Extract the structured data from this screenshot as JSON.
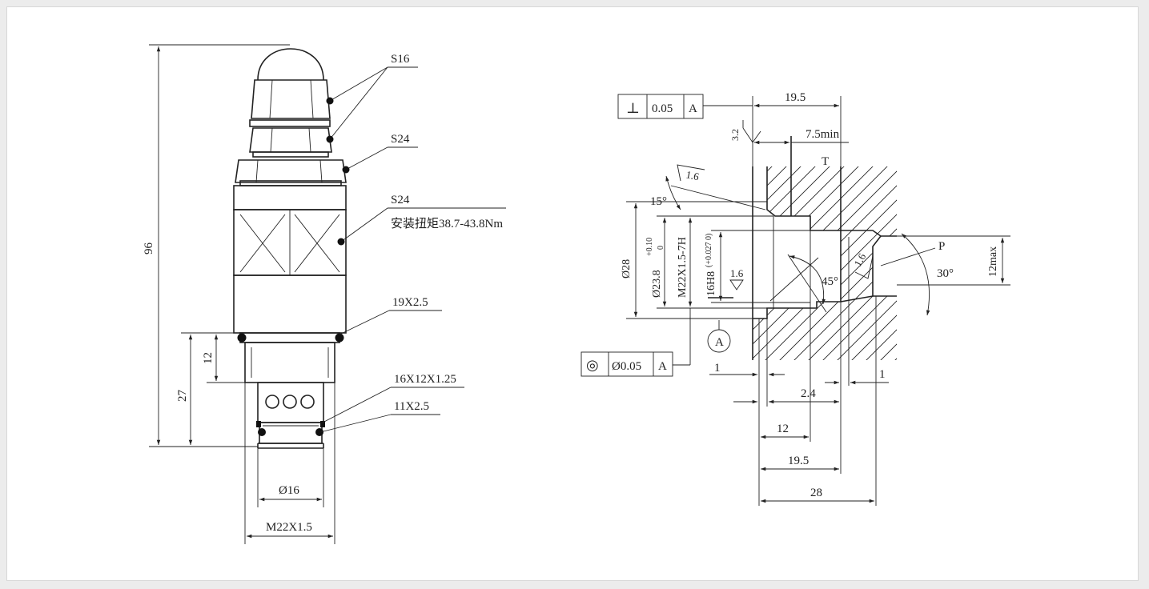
{
  "colors": {
    "line": "#222222",
    "paper": "#ffffff",
    "frame": "#ececec"
  },
  "left_view": {
    "callouts": {
      "s16": "S16",
      "s24_top": "S24",
      "s24_body": "S24",
      "torque": "安装扭矩38.7-43.8Nm",
      "oring1": "19X2.5",
      "backup": "16X12X1.25",
      "oring2": "11X2.5"
    },
    "dims": {
      "overall": "96",
      "d12": "12",
      "d27": "27",
      "dia16": "Ø16",
      "thread": "M22X1.5"
    }
  },
  "right_view": {
    "frame_top": {
      "symbol": "⊥",
      "tol": "0.05",
      "datum": "A"
    },
    "frame_bottom": {
      "symbol": "◎",
      "tol": "Ø0.05",
      "datum": "A"
    },
    "rough": {
      "r32": "3.2",
      "r16a": "1.6",
      "r16b": "1.6",
      "r16c": "1.6"
    },
    "ports": {
      "t": "T",
      "p": "P"
    },
    "angles": {
      "a15": "15°",
      "a45": "45°",
      "a30": "30°"
    },
    "dims": {
      "top195": "19.5",
      "min75": "7.5min",
      "d28": "Ø28",
      "d238": "Ø23.8",
      "tol238_up": "+0.10",
      "tol238_lo": "0",
      "thread": "M22X1.5-7H",
      "bore16": "16H8",
      "tol16": "(+0.027 0)",
      "max12": "12max",
      "datum_a": "A",
      "one_l": "1",
      "one_r": "1",
      "d24": "2.4",
      "d12": "12",
      "b195": "19.5",
      "b28": "28"
    }
  }
}
